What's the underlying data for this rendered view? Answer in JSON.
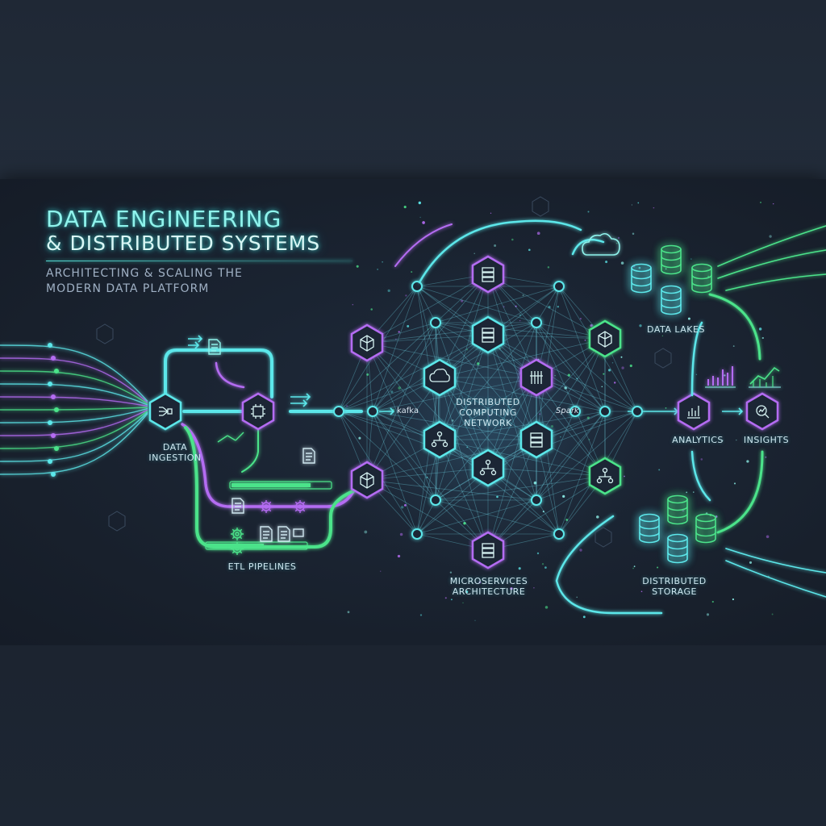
{
  "header": {
    "title_line_1": "DATA ENGINEERING",
    "title_line_2": "& DISTRIBUTED SYSTEMS",
    "subtitle_line_1": "ARCHITECTING & SCALING THE",
    "subtitle_line_2": "MODERN DATA PLATFORM"
  },
  "labels": {
    "data_ingestion": [
      "DATA",
      "INGESTION"
    ],
    "etl_pipelines": "ETL PIPELINES",
    "distributed_computing": [
      "DISTRIBUTED",
      "COMPUTING",
      "NETWORK"
    ],
    "microservices": [
      "MICROSERVICES",
      "ARCHITECTURE"
    ],
    "data_lakes": "DATA LAKES",
    "analytics": "ANALYTICS",
    "insights": "INSIGHTS",
    "distributed_storage": [
      "DISTRIBUTED",
      "STORAGE"
    ]
  },
  "logos": {
    "kafka": "kafka",
    "spark": "Spark"
  },
  "icons": [
    "hexagon-node-icon",
    "cloud-icon",
    "database-icon",
    "document-icon",
    "gear-icon",
    "chip-icon",
    "cube-icon",
    "bar-chart-icon",
    "magnifier-icon",
    "server-icon",
    "tree-icon"
  ],
  "colors": {
    "background": "#1b2431",
    "teal": "#3de0e0",
    "purple": "#b46cf2",
    "green": "#4be38a",
    "title": "#8ff3ec"
  }
}
